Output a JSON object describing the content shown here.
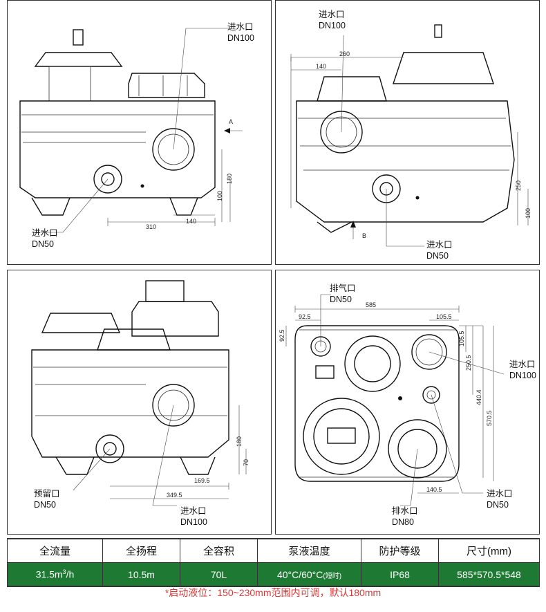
{
  "panel_front": {
    "labels": {
      "inlet_top_name": "进水口",
      "inlet_top_size": "DN100",
      "inlet_bottom_name": "进水口",
      "inlet_bottom_size": "DN50",
      "view_a": "A"
    },
    "dims": {
      "d310": "310",
      "d140": "140",
      "d100": "100",
      "d180": "180"
    }
  },
  "panel_side": {
    "labels": {
      "inlet_top_name": "进水口",
      "inlet_top_size": "DN100",
      "inlet_bottom_name": "进水口",
      "inlet_bottom_size": "DN50",
      "view_b": "B"
    },
    "dims": {
      "d260": "260",
      "d140": "140",
      "d250": "250",
      "d100": "100"
    }
  },
  "panel_back": {
    "labels": {
      "reserve_name": "预留口",
      "reserve_size": "DN50",
      "inlet_name": "进水口",
      "inlet_size": "DN100"
    },
    "dims": {
      "d349": "349.5",
      "d169": "169.5",
      "d180": "180",
      "d70": "70"
    }
  },
  "panel_top": {
    "labels": {
      "vent_name": "排气口",
      "vent_size": "DN50",
      "inlet_r_name": "进水口",
      "inlet_r_size": "DN100",
      "inlet_b_name": "进水口",
      "inlet_b_size": "DN50",
      "outlet_name": "排水口",
      "outlet_size": "DN80"
    },
    "dims": {
      "d585": "585",
      "d92a": "92.5",
      "d105a": "105.5",
      "d92b": "92.5",
      "d105b": "105.5",
      "d250": "250.5",
      "d440": "440.4",
      "d570": "570.5",
      "d140": "140.5"
    }
  },
  "spec_table": {
    "headers": [
      "全流量",
      "全扬程",
      "全容积",
      "泵液温度",
      "防护等级",
      "尺寸(mm)"
    ],
    "values": {
      "flow_main": "31.5m",
      "flow_sup": "3",
      "flow_unit": "/h",
      "head": "10.5m",
      "volume": "70L",
      "temp_main": "40°C/60°C",
      "temp_note": "(短时)",
      "ip": "IP68",
      "size": "585*570.5*548"
    }
  },
  "note": "*启动液位：150~230mm范围内可调，默认180mm",
  "colors": {
    "header_bg": "#ffffff",
    "value_bg": "#1e7a33",
    "note": "#d23a3a"
  }
}
